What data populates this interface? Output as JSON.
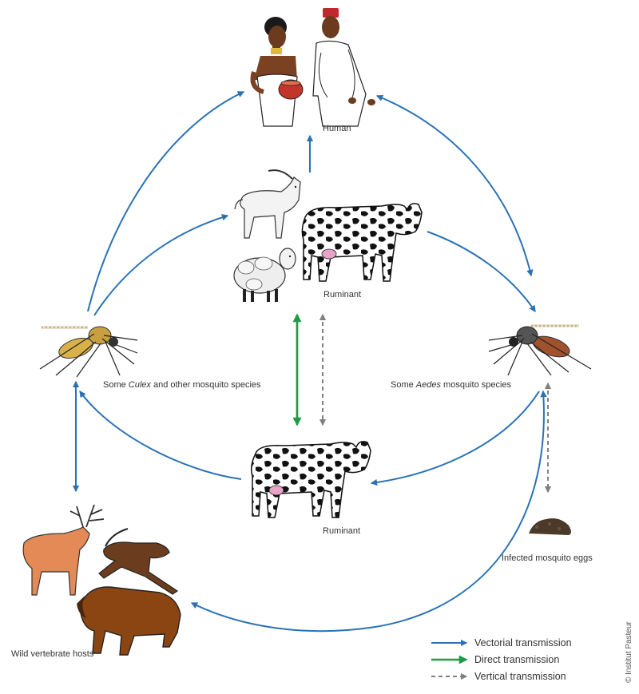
{
  "colors": {
    "vectorial": "#2a72b5",
    "direct": "#1f9a46",
    "vertical": "#808080",
    "text": "#333333"
  },
  "nodes": {
    "human": "Human",
    "ruminant_top": "Ruminant",
    "ruminant_bottom": "Ruminant",
    "culex_prefix": "Some ",
    "culex_italic": "Culex",
    "culex_suffix": " and other mosquito species",
    "aedes_prefix": "Some ",
    "aedes_italic": "Aedes",
    "aedes_suffix": " mosquito species",
    "eggs": "Infected mosquito eggs",
    "wild": "Wild vertebrate hosts"
  },
  "legend": [
    {
      "label": "Vectorial transmission",
      "style": "vectorial"
    },
    {
      "label": "Direct transmission",
      "style": "direct"
    },
    {
      "label": "Vertical transmission",
      "style": "vertical"
    }
  ],
  "copyright": "© Institut Pasteur",
  "icons": [
    "human-icon",
    "goat-icon",
    "sheep-icon",
    "cow-icon",
    "culex-mosquito-icon",
    "aedes-mosquito-icon",
    "mosquito-eggs-icon",
    "deer-icon",
    "antelope-icon",
    "bison-icon"
  ]
}
